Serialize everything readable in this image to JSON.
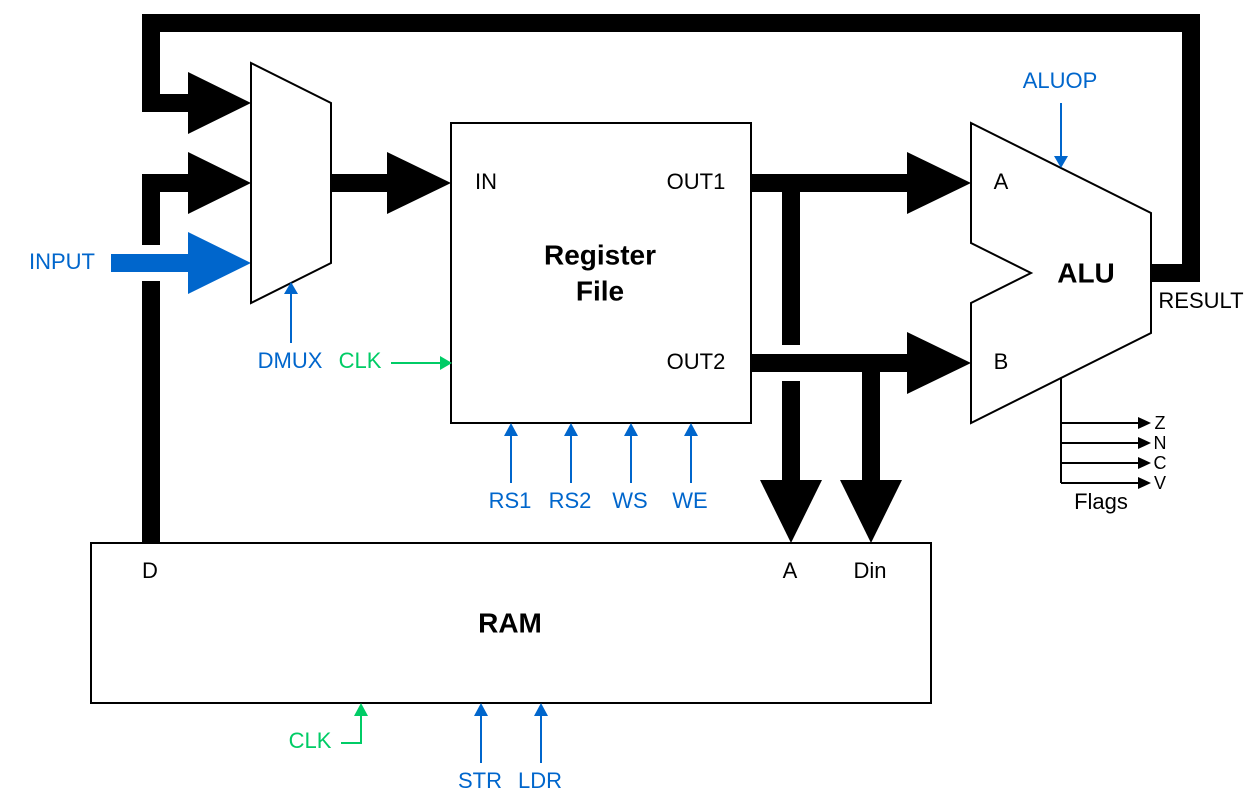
{
  "colors": {
    "bus": "#000000",
    "input_bus": "#0066CC",
    "control": "#0066CC",
    "clock": "#00CC66"
  },
  "register_file": {
    "title_line1": "Register",
    "title_line2": "File",
    "in_label": "IN",
    "out1_label": "OUT1",
    "out2_label": "OUT2"
  },
  "alu": {
    "title": "ALU",
    "a_label": "A",
    "b_label": "B",
    "result_label": "RESULT",
    "op_label": "ALUOP",
    "flags_label": "Flags",
    "flags": [
      "Z",
      "N",
      "C",
      "V"
    ]
  },
  "ram": {
    "title": "RAM",
    "d_label": "D",
    "a_label": "A",
    "din_label": "Din"
  },
  "mux": {
    "input_label": "INPUT",
    "select_label": "DMUX"
  },
  "controls": {
    "regfile_clk": "CLK",
    "rs1": "RS1",
    "rs2": "RS2",
    "ws": "WS",
    "we": "WE",
    "ram_clk": "CLK",
    "str": "STR",
    "ldr": "LDR"
  }
}
